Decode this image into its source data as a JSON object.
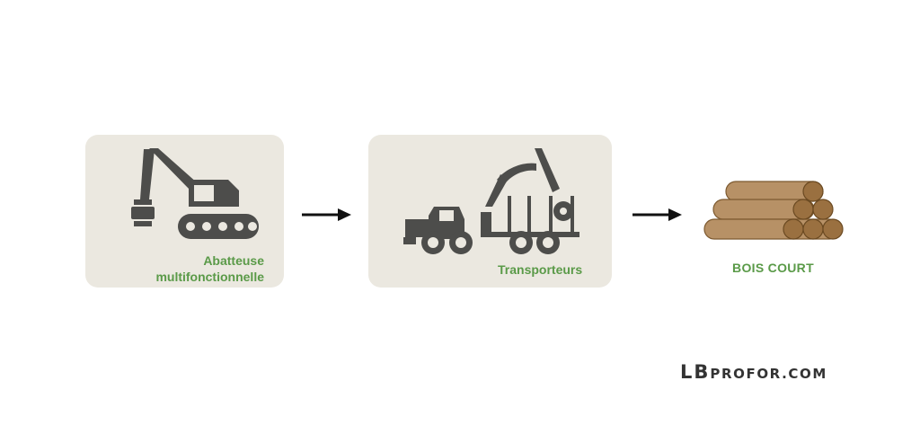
{
  "colors": {
    "card": "#ebe8e0",
    "machine": "#4d4d4b",
    "label_green": "#5a9a48",
    "log_wood": "#b79166",
    "log_end": "#9a7040",
    "arrow": "#111111"
  },
  "steps": [
    {
      "label_line1": "Abatteuse",
      "label_line2": "multifonctionnelle",
      "icon": "harvester-icon"
    },
    {
      "label": "Transporteurs",
      "icon": "forwarder-icon"
    }
  ],
  "output": {
    "label": "BOIS COURT",
    "icon": "log-pile-icon"
  },
  "brand": {
    "prefix": "LB",
    "suffix": "PROFOR.COM"
  }
}
